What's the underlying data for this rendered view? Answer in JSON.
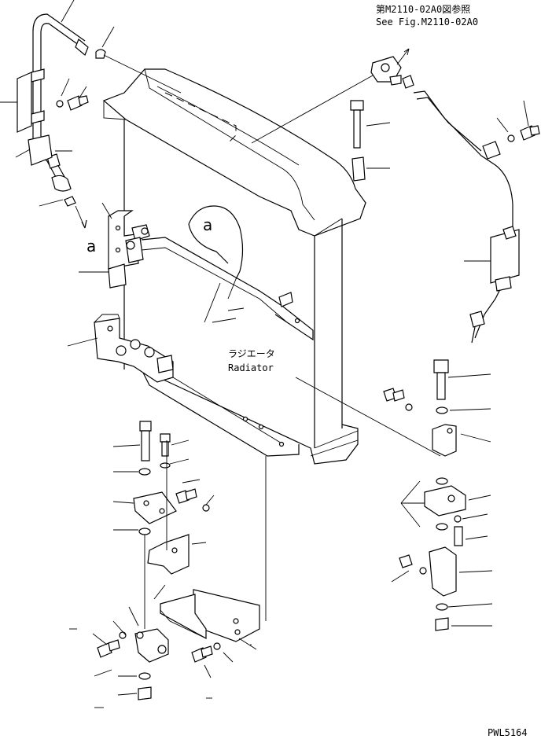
{
  "reference": {
    "line1": "第M2110-02A0図参照",
    "line2": "See Fig.M2110-02A0"
  },
  "radiator": {
    "label_jp": "ラジエータ",
    "label_en": "Radiator"
  },
  "detail_marker": "a",
  "drawing_code": "PWL5164"
}
